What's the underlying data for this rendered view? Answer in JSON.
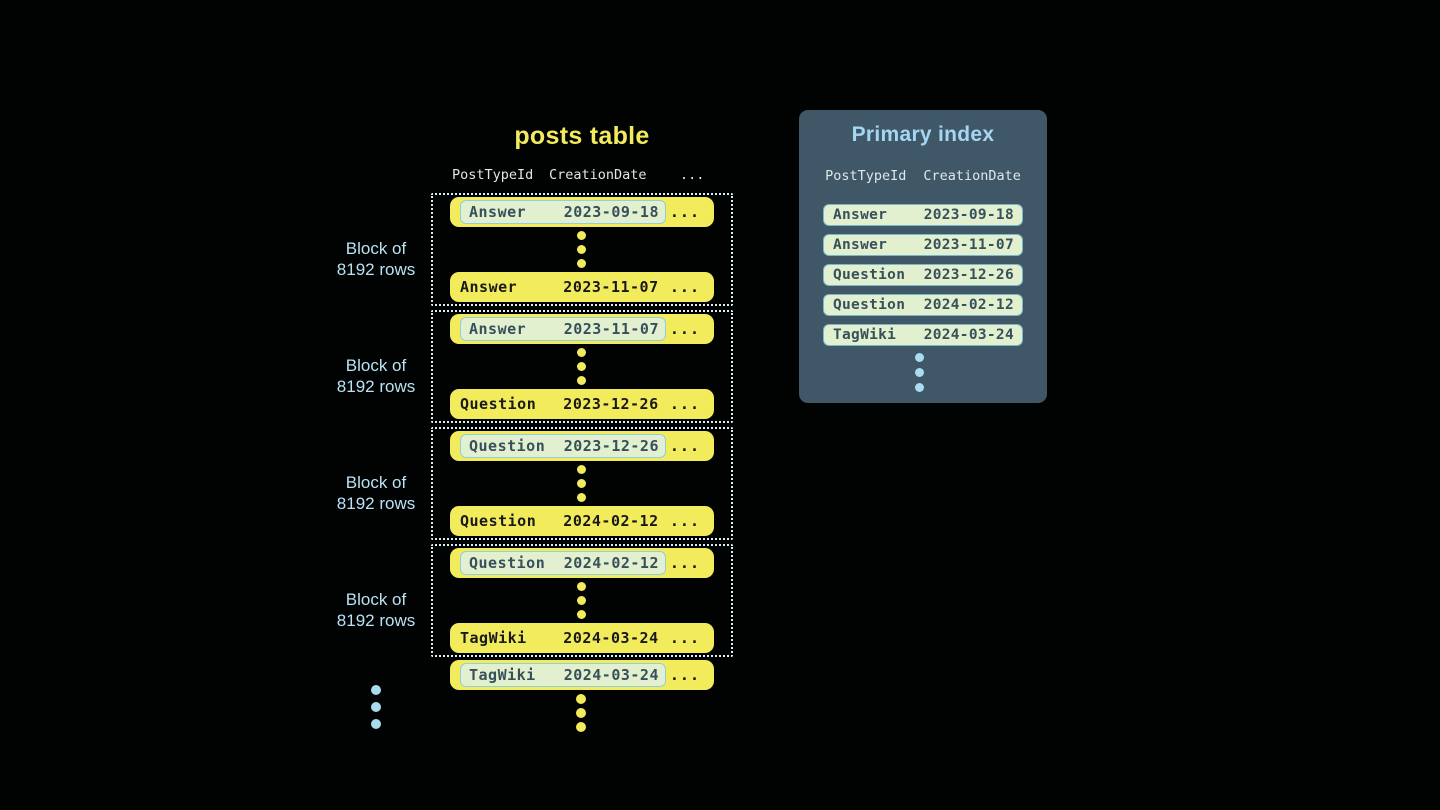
{
  "table": {
    "title": "posts table",
    "columns": [
      "PostTypeId",
      "CreationDate",
      "..."
    ],
    "block_label": [
      "Block of",
      "8192 rows"
    ],
    "row_ellipsis": "...",
    "blocks": [
      {
        "first": {
          "type": "Answer",
          "date": "2023-09-18"
        },
        "last": {
          "type": "Answer",
          "date": "2023-11-07"
        }
      },
      {
        "first": {
          "type": "Answer",
          "date": "2023-11-07"
        },
        "last": {
          "type": "Question",
          "date": "2023-12-26"
        }
      },
      {
        "first": {
          "type": "Question",
          "date": "2023-12-26"
        },
        "last": {
          "type": "Question",
          "date": "2024-02-12"
        }
      },
      {
        "first": {
          "type": "Question",
          "date": "2024-02-12"
        },
        "last": {
          "type": "TagWiki",
          "date": "2024-03-24"
        }
      }
    ],
    "overflow_row": {
      "type": "TagWiki",
      "date": "2024-03-24"
    }
  },
  "index": {
    "title": "Primary index",
    "columns": [
      "PostTypeId",
      "CreationDate"
    ],
    "rows": [
      {
        "type": "Answer",
        "date": "2023-09-18"
      },
      {
        "type": "Answer",
        "date": "2023-11-07"
      },
      {
        "type": "Question",
        "date": "2023-12-26"
      },
      {
        "type": "Question",
        "date": "2024-02-12"
      },
      {
        "type": "TagWiki",
        "date": "2024-03-24"
      }
    ]
  },
  "colors": {
    "background": "#010202",
    "row_yellow": "#f2ec5c",
    "indexed_pill_bg": "#e3f0cf",
    "indexed_pill_border": "#8ecfe2",
    "indexed_pill_text": "#36505c",
    "panel_bg": "#3f5766",
    "accent_blue": "#a5d7f2",
    "block_label_blue": "#b9e2f5",
    "dotted_border": "#d9eff6",
    "title_yellow": "#f2ec5c"
  }
}
